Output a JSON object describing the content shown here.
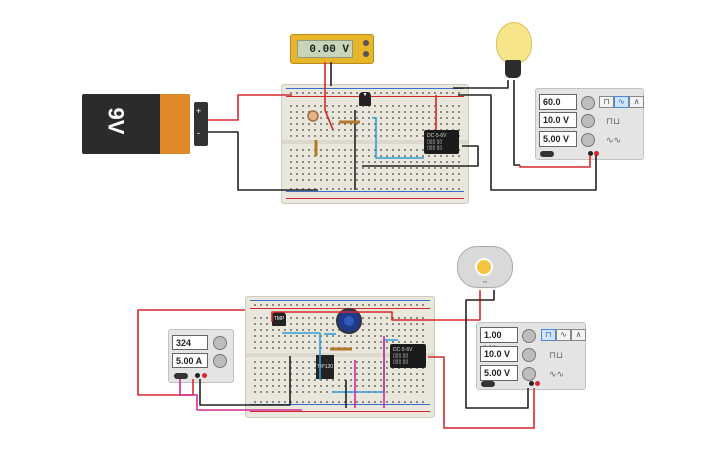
{
  "circuit_top": {
    "battery": {
      "label": "9V",
      "plus": "+",
      "minus": "-"
    },
    "multimeter": {
      "reading": "0.00 V"
    },
    "function_generator": {
      "frequency": "60.0 kHz",
      "amplitude": "10.0 V",
      "offset": "5.00 V"
    }
  },
  "circuit_bottom": {
    "power_supply": {
      "voltage": "324 mV",
      "current": "5.00 A"
    },
    "function_generator": {
      "frequency": "1.00 kHz",
      "amplitude": "10.0 V",
      "offset": "5.00 V"
    },
    "ic_label": "TIP120",
    "transistor_label": "TMP"
  },
  "colors": {
    "wire_red": "#d6292b",
    "wire_black": "#222222",
    "wire_blue": "#2e9fd8",
    "wire_magenta": "#d12a9a",
    "breadboard": "#e9e6dc",
    "battery_cap": "#e0892b",
    "meter_body": "#e8b52b"
  },
  "icons": [
    "battery-icon",
    "multimeter-icon",
    "lightbulb-icon",
    "dc-motor-icon",
    "potentiometer-icon",
    "relay-icon",
    "transistor-icon"
  ]
}
